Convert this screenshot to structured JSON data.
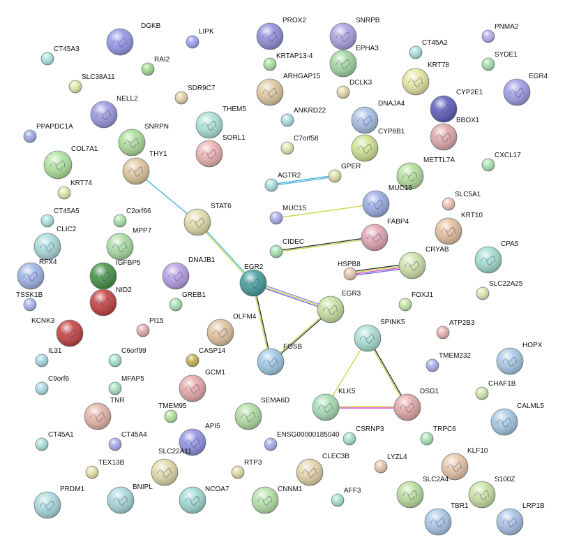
{
  "nodes": [
    {
      "id": "DGKB",
      "color": "#8f92e6"
    },
    {
      "id": "LIPK",
      "color": "#9a9cf0"
    },
    {
      "id": "PROX2",
      "color": "#8d89d8"
    },
    {
      "id": "SNRPB",
      "color": "#a79fe0"
    },
    {
      "id": "PNMA2",
      "color": "#b4a9ef"
    },
    {
      "id": "CT45A3",
      "color": "#a9e4dc"
    },
    {
      "id": "RAI2",
      "color": "#9ed88f"
    },
    {
      "id": "KRTAP13-4",
      "color": "#a4df9a"
    },
    {
      "id": "EPHA3",
      "color": "#9fd6a0"
    },
    {
      "id": "CT45A2",
      "color": "#a8e0dd"
    },
    {
      "id": "SYDE1",
      "color": "#a6dfac"
    },
    {
      "id": "EGR4",
      "color": "#9b9ae4"
    },
    {
      "id": "SLC38A11",
      "color": "#e4e7a4"
    },
    {
      "id": "SDR9C7",
      "color": "#e3cfa6"
    },
    {
      "id": "ARHGAP15",
      "color": "#e0c79c"
    },
    {
      "id": "DCLK3",
      "color": "#e8d4a6"
    },
    {
      "id": "KRT78",
      "color": "#e6e79e"
    },
    {
      "id": "NELL2",
      "color": "#9795de"
    },
    {
      "id": "THEM5",
      "color": "#a9e2d4"
    },
    {
      "id": "ANKRD22",
      "color": "#abdde5"
    },
    {
      "id": "DNAJA4",
      "color": "#a4bce6"
    },
    {
      "id": "CYP2E1",
      "color": "#5858b8"
    },
    {
      "id": "PPAPDC1A",
      "color": "#9aa6e6"
    },
    {
      "id": "SNRPN",
      "color": "#a9dc95"
    },
    {
      "id": "SORL1",
      "color": "#ecb0b0"
    },
    {
      "id": "C7orf58",
      "color": "#dde8b0"
    },
    {
      "id": "CYP8B1",
      "color": "#cfe28e"
    },
    {
      "id": "BBOX1",
      "color": "#e0a6a6"
    },
    {
      "id": "COL7A1",
      "color": "#aee39b"
    },
    {
      "id": "THY1",
      "color": "#e0c59c"
    },
    {
      "id": "GPER",
      "color": "#e6dca6"
    },
    {
      "id": "METTL7A",
      "color": "#b2dd97"
    },
    {
      "id": "CXCL17",
      "color": "#a8e2b2"
    },
    {
      "id": "AGTR2",
      "color": "#a8dde4"
    },
    {
      "id": "KRT74",
      "color": "#e4e6a6"
    },
    {
      "id": "SLC5A1",
      "color": "#ebc1b2"
    },
    {
      "id": "MUC16",
      "color": "#97a9e4"
    },
    {
      "id": "STAT6",
      "color": "#e2dba6"
    },
    {
      "id": "CT45A5",
      "color": "#a8e0dc"
    },
    {
      "id": "C2orf66",
      "color": "#a8e0a6"
    },
    {
      "id": "MUC15",
      "color": "#a8a9ea"
    },
    {
      "id": "KRT10",
      "color": "#e4bd9a"
    },
    {
      "id": "FABP4",
      "color": "#e3a2b2"
    },
    {
      "id": "CLIC2",
      "color": "#a6d9da"
    },
    {
      "id": "MPP7",
      "color": "#a7dca0"
    },
    {
      "id": "CIDEC",
      "color": "#a6e0ab"
    },
    {
      "id": "RFX4",
      "color": "#9cb2e6"
    },
    {
      "id": "CPA5",
      "color": "#9fdcd0"
    },
    {
      "id": "IGFBP5",
      "color": "#3f8e3f"
    },
    {
      "id": "DNAJB1",
      "color": "#b59ae4"
    },
    {
      "id": "CRYAB",
      "color": "#cfe0a6"
    },
    {
      "id": "EGR2",
      "color": "#3f9a9a"
    },
    {
      "id": "HSPB8",
      "color": "#e6c6ac"
    },
    {
      "id": "NID2",
      "color": "#c23a3a"
    },
    {
      "id": "TSSK1B",
      "color": "#a2b3ea"
    },
    {
      "id": "SLC22A25",
      "color": "#dbe8ac"
    },
    {
      "id": "GREB1",
      "color": "#a8e0b2"
    },
    {
      "id": "EGR3",
      "color": "#c7e09c"
    },
    {
      "id": "FOXJ1",
      "color": "#c5e4a8"
    },
    {
      "id": "KCNK3",
      "color": "#c23a3a"
    },
    {
      "id": "OLFM4",
      "color": "#e1c09c"
    },
    {
      "id": "PI15",
      "color": "#e4a8a8"
    },
    {
      "id": "ATP2B3",
      "color": "#e8b0a8"
    },
    {
      "id": "SPINK5",
      "color": "#a9e0d4"
    },
    {
      "id": "IL31",
      "color": "#a6d7e4"
    },
    {
      "id": "C6orf99",
      "color": "#a6e2cc"
    },
    {
      "id": "CASP14",
      "color": "#c4b24a"
    },
    {
      "id": "FOSB",
      "color": "#9cc7e4"
    },
    {
      "id": "HOPX",
      "color": "#a6c7e4"
    },
    {
      "id": "TMEM232",
      "color": "#a6aee8"
    },
    {
      "id": "C9orf6",
      "color": "#a6dae4"
    },
    {
      "id": "MFAP5",
      "color": "#a6e2c6"
    },
    {
      "id": "GCM1",
      "color": "#e6a6a6"
    },
    {
      "id": "TNR",
      "color": "#e6b2a4"
    },
    {
      "id": "CHAF1B",
      "color": "#cde6a6"
    },
    {
      "id": "TMEM95",
      "color": "#b2e09a"
    },
    {
      "id": "SEMA6D",
      "color": "#b0dca0"
    },
    {
      "id": "KLK5",
      "color": "#a6dcb0"
    },
    {
      "id": "DSG1",
      "color": "#e4a6a6"
    },
    {
      "id": "CALML5",
      "color": "#a6c6e4"
    },
    {
      "id": "CT45A1",
      "color": "#a8e0dc"
    },
    {
      "id": "CT45A4",
      "color": "#a6aaea"
    },
    {
      "id": "API5",
      "color": "#8c8ee2"
    },
    {
      "id": "ENSG00000185040",
      "color": "#a6aaea"
    },
    {
      "id": "CSRNP3",
      "color": "#a6e0c6"
    },
    {
      "id": "TRPC6",
      "color": "#a8e2b6"
    },
    {
      "id": "TEX13B",
      "color": "#e4e0a8"
    },
    {
      "id": "SLC22A11",
      "color": "#e0d8a6"
    },
    {
      "id": "RTP3",
      "color": "#e4d8a6"
    },
    {
      "id": "CLEC3B",
      "color": "#e4d2a6"
    },
    {
      "id": "LYZL4",
      "color": "#e8c6a6"
    },
    {
      "id": "KLF10",
      "color": "#e6c4a6"
    },
    {
      "id": "PRDM1",
      "color": "#a6d9dc"
    },
    {
      "id": "BNIPL",
      "color": "#a6d6dc"
    },
    {
      "id": "NCOA7",
      "color": "#9ed8d2"
    },
    {
      "id": "CNNM1",
      "color": "#b2e2a6"
    },
    {
      "id": "AFF3",
      "color": "#a6e2cc"
    },
    {
      "id": "SLC2A4",
      "color": "#b8de9c"
    },
    {
      "id": "S100Z",
      "color": "#c6e0a0"
    },
    {
      "id": "TBR1",
      "color": "#a6c6e6"
    },
    {
      "id": "LRP1B",
      "color": "#a6c0e6"
    }
  ],
  "edges": [
    {
      "source": "THY1",
      "target": "STAT6",
      "colors": [
        "#3fb8d8"
      ]
    },
    {
      "source": "STAT6",
      "target": "EGR2",
      "colors": [
        "#3fb8d8",
        "#c8d84a"
      ]
    },
    {
      "source": "EGR2",
      "target": "EGR3",
      "colors": [
        "#9a8ae0",
        "#c8d84a",
        "#6a6adf"
      ]
    },
    {
      "source": "EGR2",
      "target": "FOSB",
      "colors": [
        "#333333",
        "#c8d84a"
      ]
    },
    {
      "source": "EGR3",
      "target": "FOSB",
      "colors": [
        "#333333",
        "#c8d84a"
      ]
    },
    {
      "source": "AGTR2",
      "target": "GPER",
      "colors": [
        "#3fb8d8",
        "#6ab0e0"
      ]
    },
    {
      "source": "MUC15",
      "target": "MUC16",
      "colors": [
        "#c8d84a"
      ]
    },
    {
      "source": "CIDEC",
      "target": "FABP4",
      "colors": [
        "#333333",
        "#c8d84a"
      ]
    },
    {
      "source": "HSPB8",
      "target": "CRYAB",
      "colors": [
        "#333333",
        "#c8d84a",
        "#d84ad8",
        "#6a6adf"
      ]
    },
    {
      "source": "SPINK5",
      "target": "KLK5",
      "colors": [
        "#c8d84a"
      ]
    },
    {
      "source": "SPINK5",
      "target": "DSG1",
      "colors": [
        "#333333",
        "#c8d84a"
      ]
    },
    {
      "source": "KLK5",
      "target": "DSG1",
      "colors": [
        "#c8d84a",
        "#d84ad8"
      ]
    }
  ]
}
